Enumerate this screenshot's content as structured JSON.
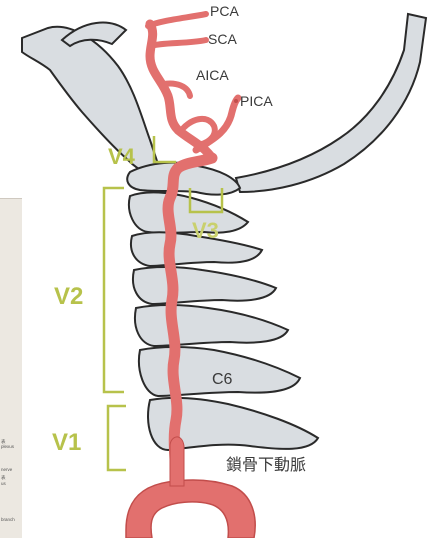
{
  "arteries": {
    "pca": "PCA",
    "sca": "SCA",
    "aica": "AICA",
    "pica": "PICA"
  },
  "segments": {
    "v1": "V1",
    "v2": "V2",
    "v3": "V3",
    "v4": "V4"
  },
  "vertebra_label": "C6",
  "subclavian_label": "鎖骨下動脈",
  "left_strip": {
    "lines": [
      "表",
      "plexus",
      "",
      "nerve",
      "表",
      "us",
      "",
      "branch"
    ]
  },
  "colors": {
    "bone_fill": "#d9dde1",
    "bone_stroke": "#2a2a2a",
    "artery": "#e2706e",
    "artery_stroke": "#c24d4b",
    "bracket": "#b7c24b"
  }
}
